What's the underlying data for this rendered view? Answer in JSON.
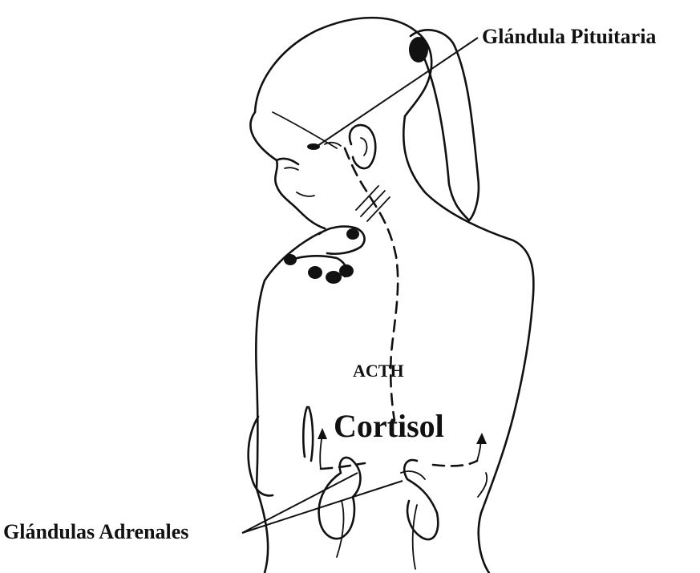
{
  "labels": {
    "pituitary": "Glándula Pituitaria",
    "acth": "ACTH",
    "cortisol": "Cortisol",
    "adrenals": "Glándulas Adrenales"
  }
}
